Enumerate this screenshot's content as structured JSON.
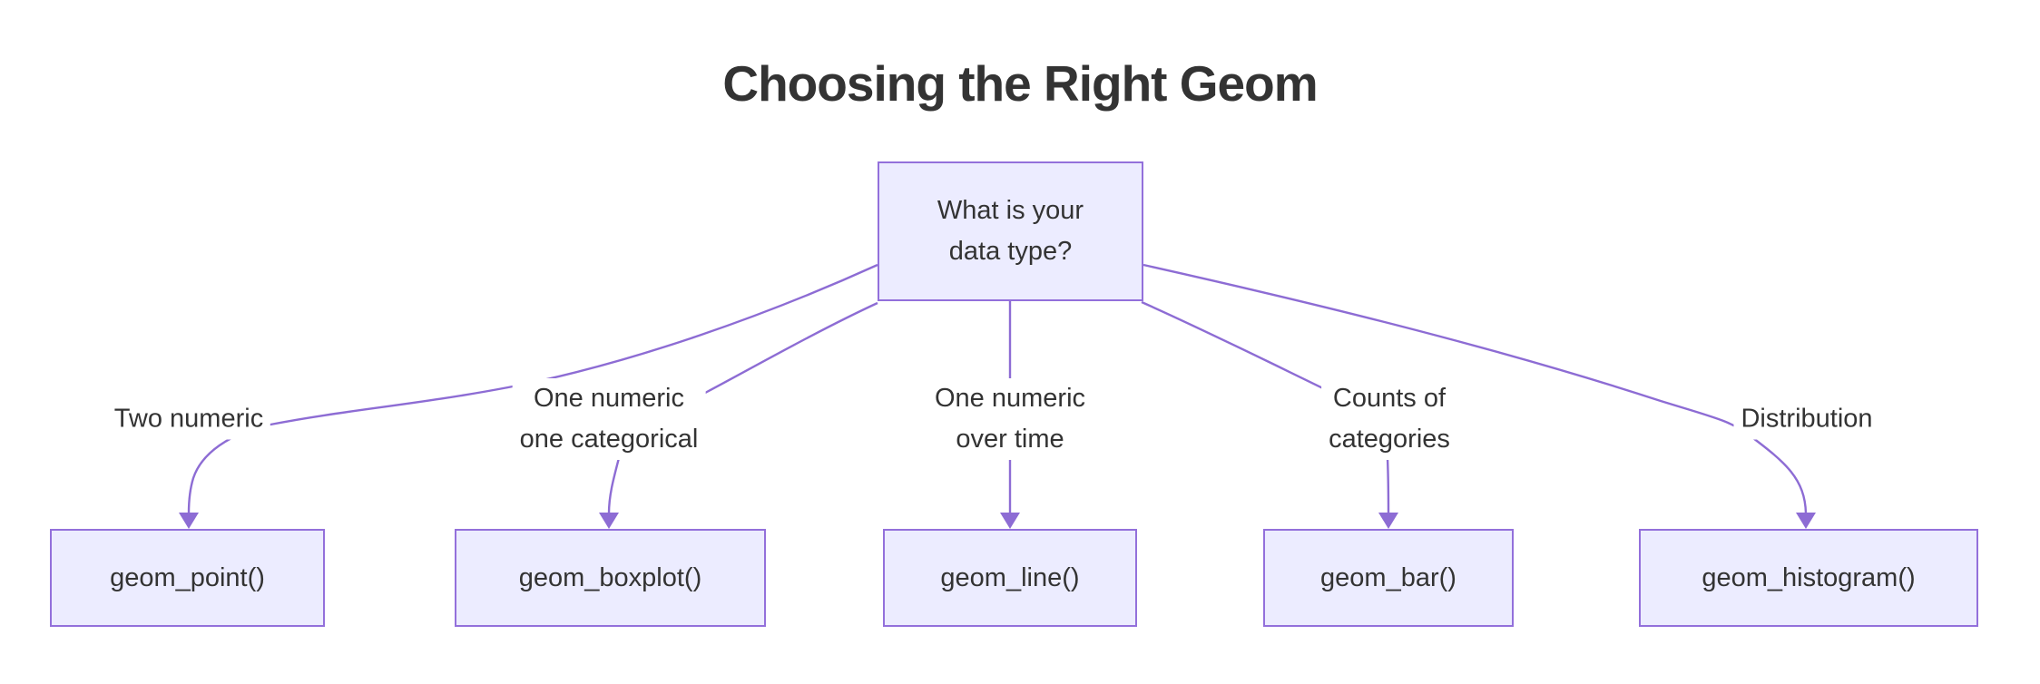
{
  "diagram": {
    "title": "Choosing the Right Geom",
    "type": "flowchart",
    "root_node": {
      "lines": [
        "What is your",
        "data type?"
      ]
    },
    "branches": [
      {
        "condition_lines": [
          "Two numeric",
          ""
        ],
        "geom": "geom_point()"
      },
      {
        "condition_lines": [
          "One numeric",
          "one categorical"
        ],
        "geom": "geom_boxplot()"
      },
      {
        "condition_lines": [
          "One numeric",
          "over time"
        ],
        "geom": "geom_line()"
      },
      {
        "condition_lines": [
          "Counts of",
          "categories"
        ],
        "geom": "geom_bar()"
      },
      {
        "condition_lines": [
          "Distribution",
          ""
        ],
        "geom": "geom_histogram()"
      }
    ],
    "colors": {
      "background": "#ffffff",
      "node_fill": "#ECECFF",
      "node_border": "#9370DB",
      "edge_color": "#8D6CD4",
      "text_color": "#333333",
      "title_color": "#333333"
    }
  }
}
